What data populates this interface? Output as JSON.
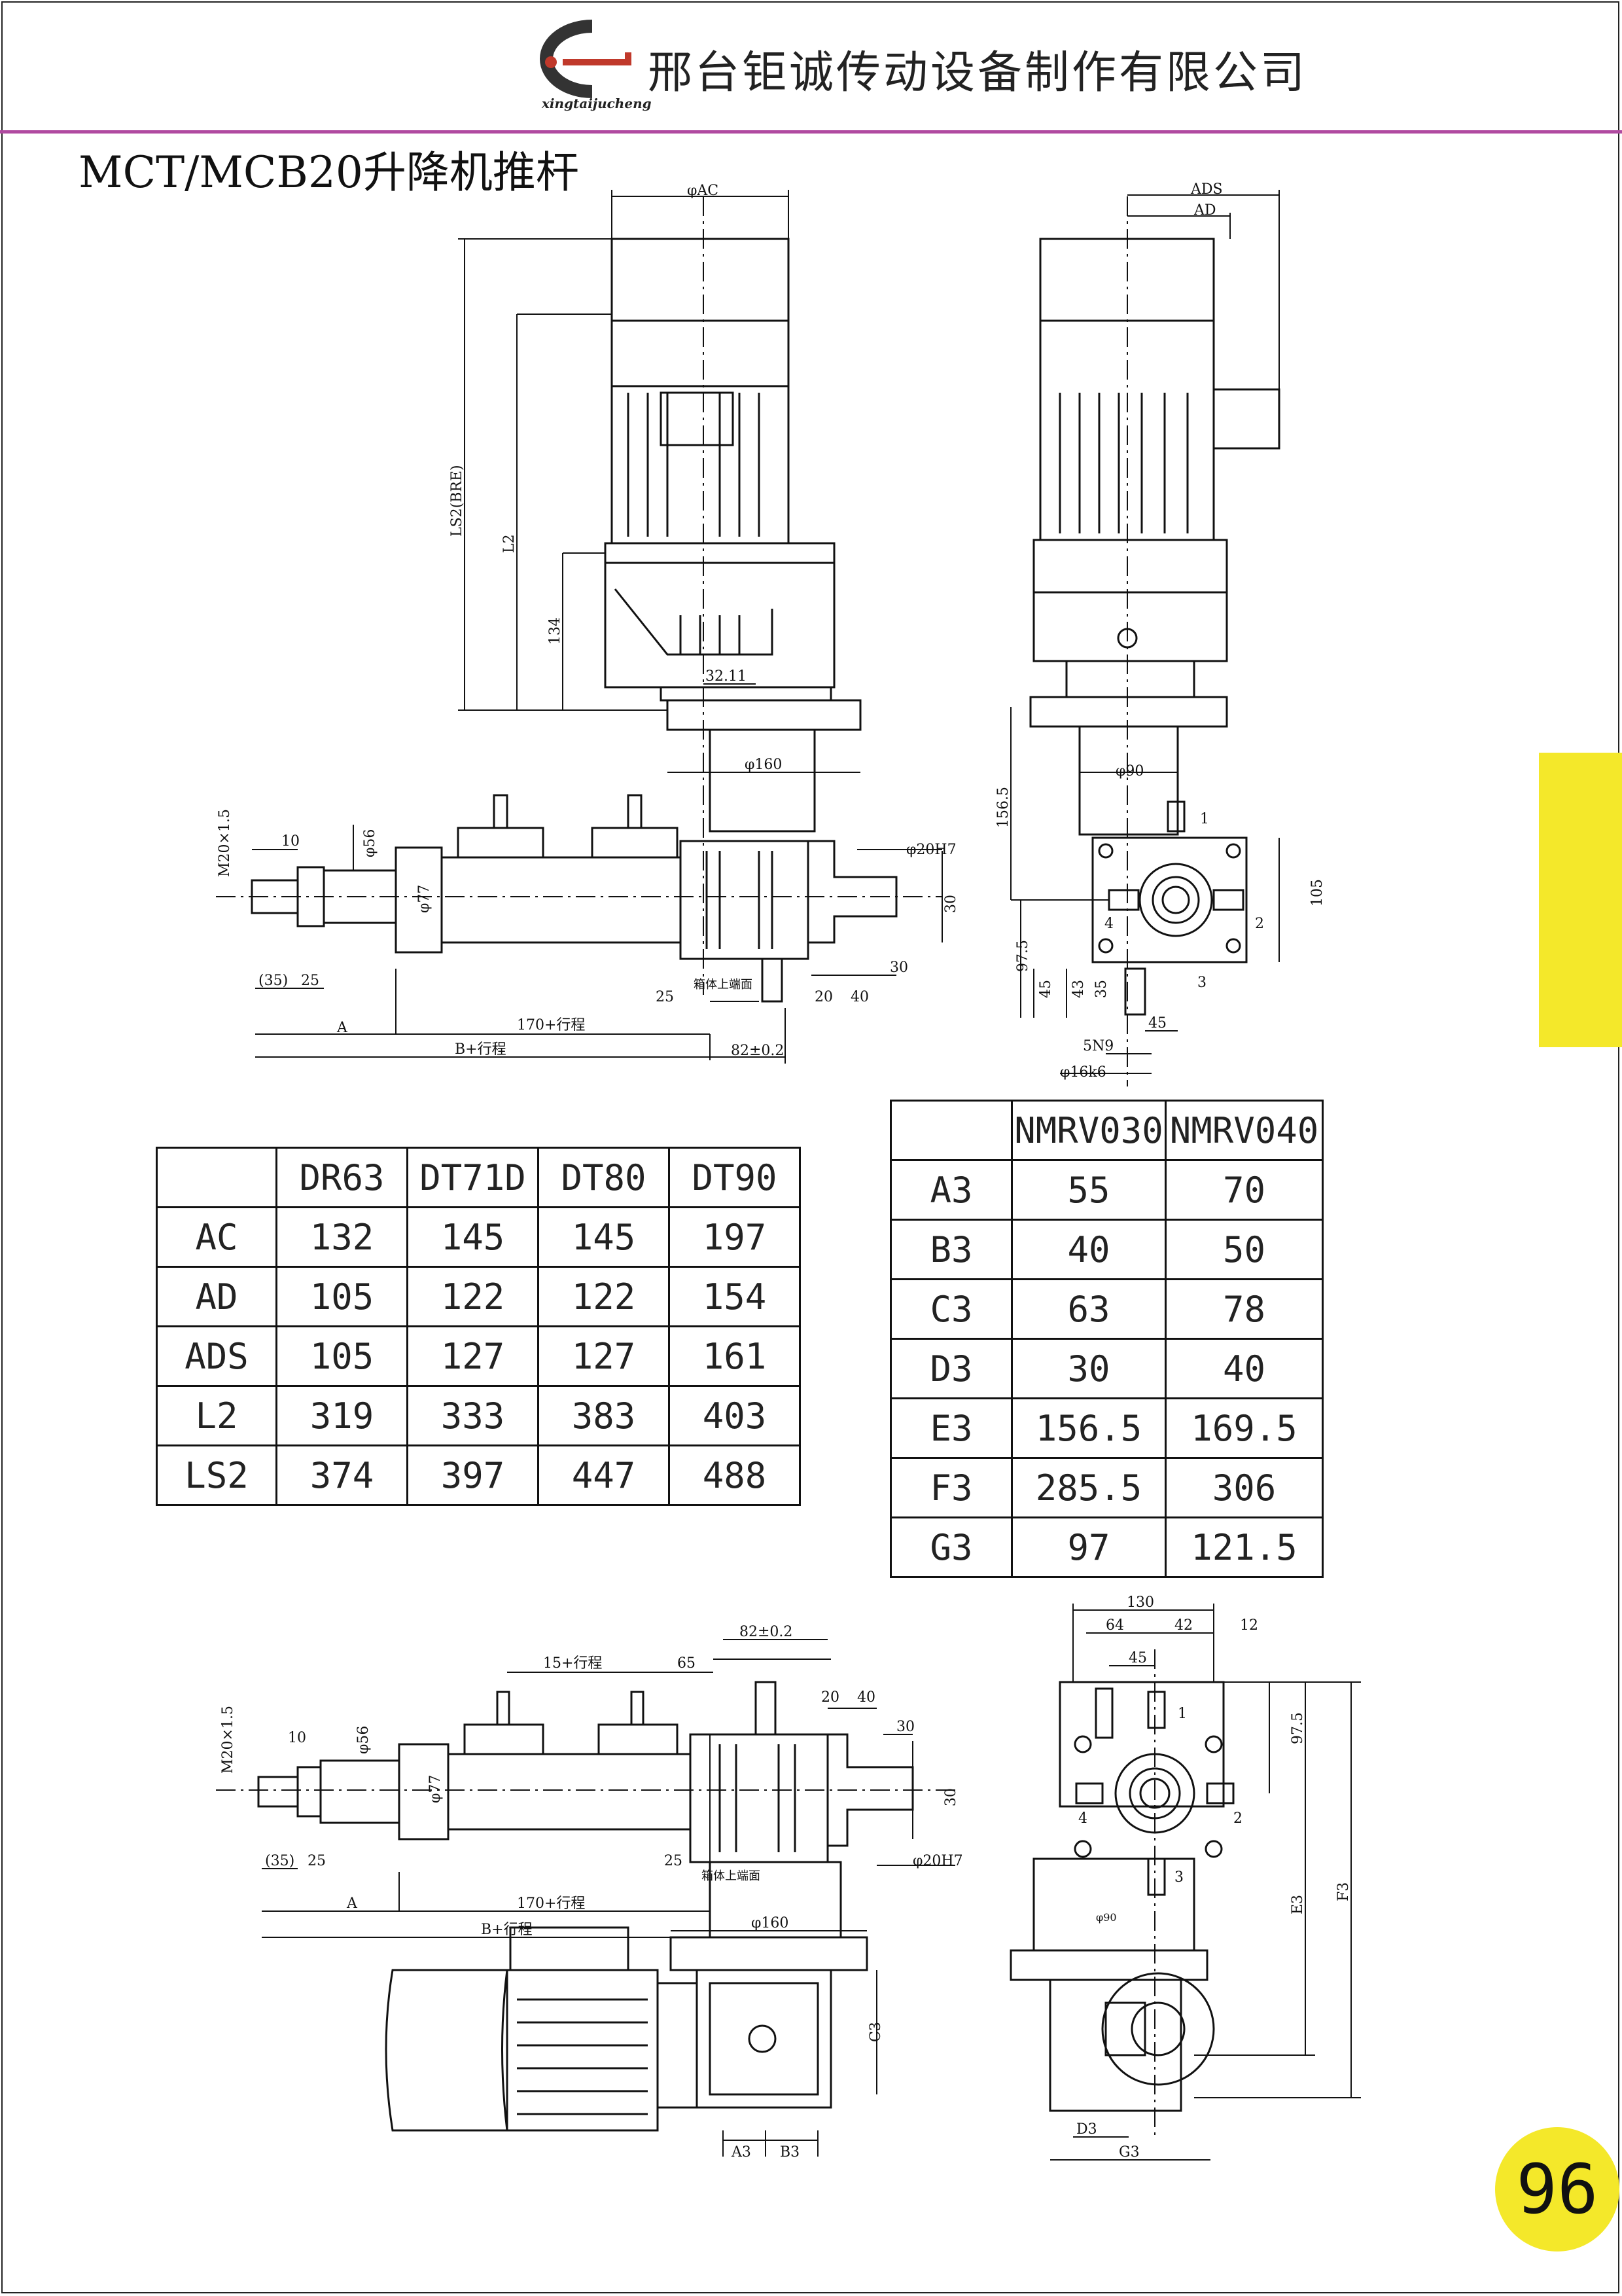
{
  "header": {
    "company_name": "邢台钜诚传动设备制作有限公司",
    "logo_text": "xingtaijucheng"
  },
  "title": "MCT/MCB20升降机推杆",
  "page_number": "96",
  "motor_table": {
    "columns": [
      "",
      "DR63",
      "DT71D",
      "DT80",
      "DT90"
    ],
    "rows": [
      [
        "AC",
        "132",
        "145",
        "145",
        "197"
      ],
      [
        "AD",
        "105",
        "122",
        "122",
        "154"
      ],
      [
        "ADS",
        "105",
        "127",
        "127",
        "161"
      ],
      [
        "L2",
        "319",
        "333",
        "383",
        "403"
      ],
      [
        "LS2",
        "374",
        "397",
        "447",
        "488"
      ]
    ]
  },
  "reducer_table": {
    "columns": [
      "",
      "NMRV030",
      "NMRV040"
    ],
    "rows": [
      [
        "A3",
        "55",
        "70"
      ],
      [
        "B3",
        "40",
        "50"
      ],
      [
        "C3",
        "63",
        "78"
      ],
      [
        "D3",
        "30",
        "40"
      ],
      [
        "E3",
        "156.5",
        "169.5"
      ],
      [
        "F3",
        "285.5",
        "306"
      ],
      [
        "G3",
        "97",
        "121.5"
      ]
    ]
  },
  "drawing_labels": {
    "phi_ac": "φAC",
    "ads": "ADS",
    "ad": "AD",
    "ls2_bre": "LS2(BRE)",
    "l2": "L2",
    "d134": "134",
    "d32_11": "32.11",
    "phi160": "φ160",
    "phi90": "φ90",
    "d156_5": "156.5",
    "m20": "M20×1.5",
    "d10": "10",
    "phi56": "φ56",
    "phi77": "φ77",
    "phi20h7": "φ20H7",
    "d30": "30",
    "d35": "(35)",
    "d25": "25",
    "d20": "20",
    "d40": "40",
    "a": "A",
    "stroke170": "170+行程",
    "b_stroke": "B+行程",
    "d82": "82±0.2",
    "box_face": "箱体上端面",
    "d97_5": "97.5",
    "d45": "45",
    "d43": "43",
    "d35b": "35",
    "d105": "105",
    "d5n9": "5N9",
    "phi16k6": "φ16k6",
    "n1": "1",
    "n2": "2",
    "n3": "3",
    "n4": "4",
    "d15_stroke": "15+行程",
    "d65": "65",
    "d130": "130",
    "d64": "64",
    "d42": "42",
    "d12": "12",
    "a3": "A3",
    "b3": "B3",
    "c3": "C3",
    "d3": "D3",
    "e3": "E3",
    "f3": "F3",
    "g3": "G3"
  }
}
